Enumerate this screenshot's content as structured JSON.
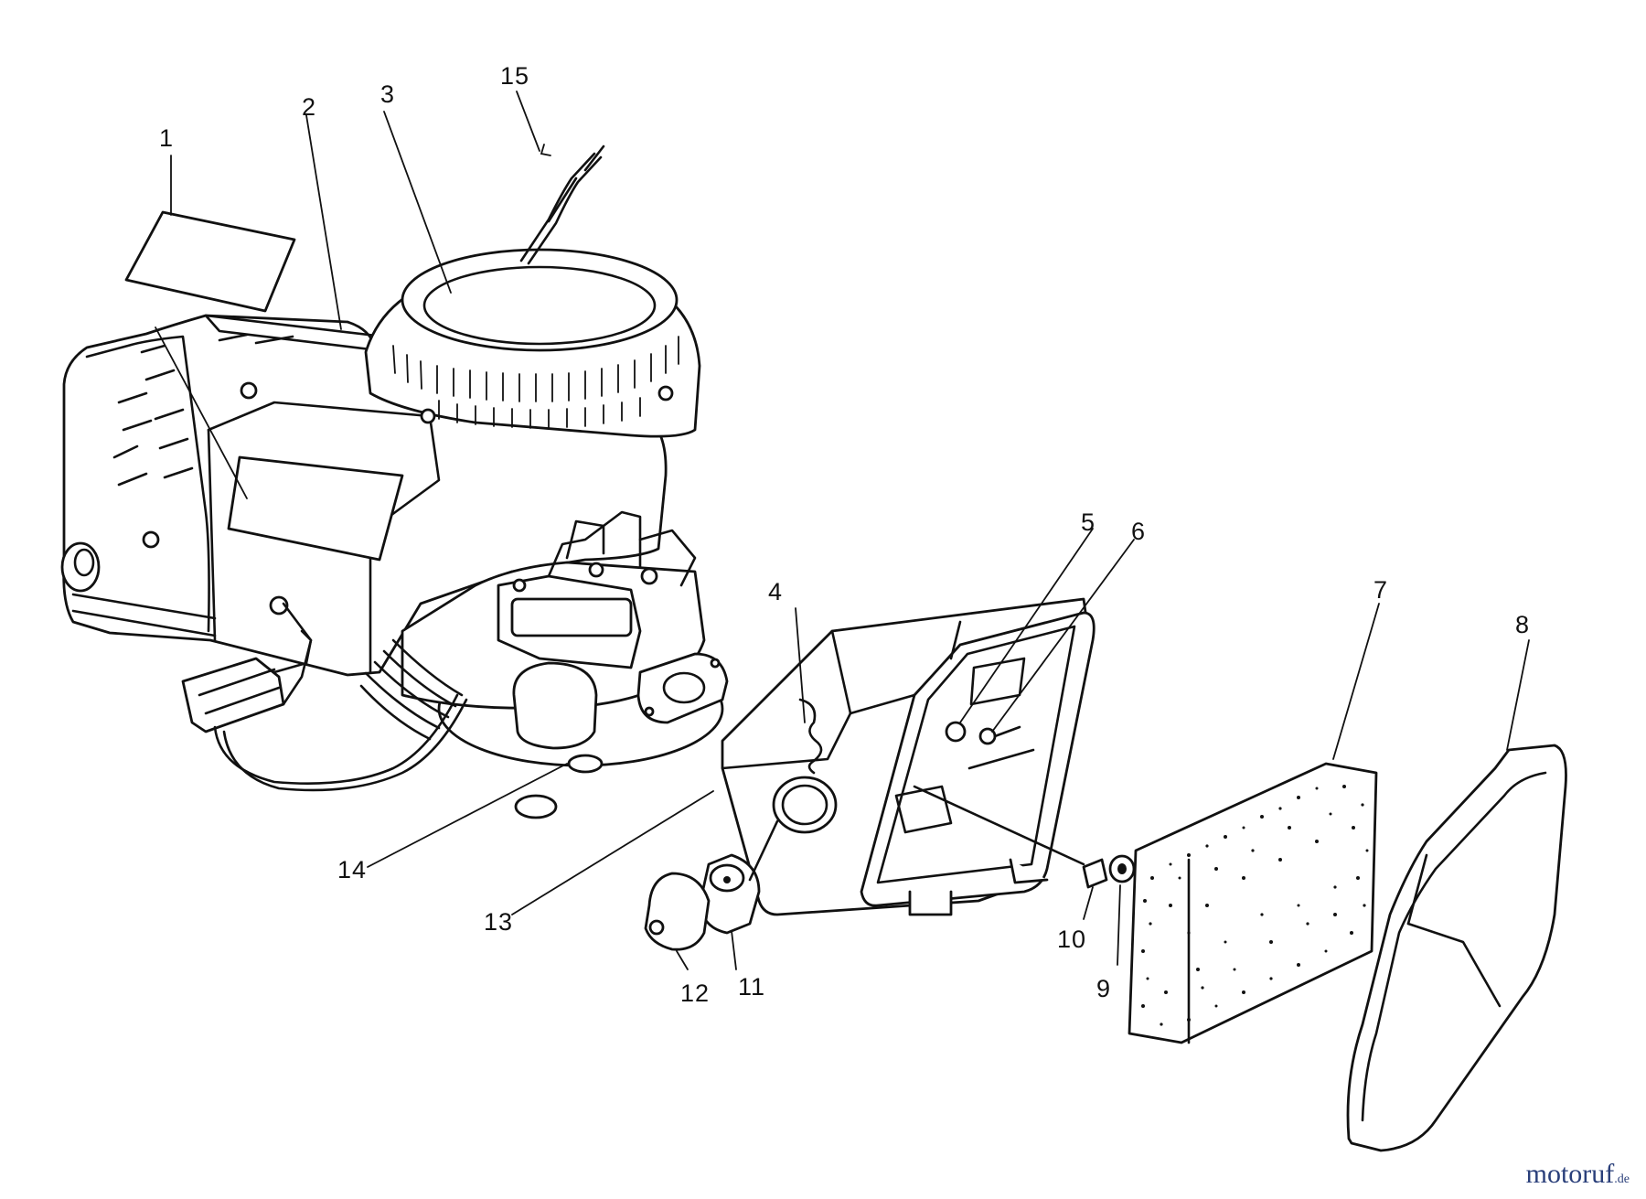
{
  "diagram": {
    "callouts": [
      "1",
      "2",
      "3",
      "4",
      "5",
      "6",
      "7",
      "8",
      "9",
      "10",
      "11",
      "12",
      "13",
      "14",
      "15"
    ]
  },
  "watermark": {
    "name": "motoruf",
    "tld": ".de"
  },
  "colors": {
    "ink": "#111111",
    "background": "#ffffff",
    "watermark": "#2a3f7a"
  }
}
